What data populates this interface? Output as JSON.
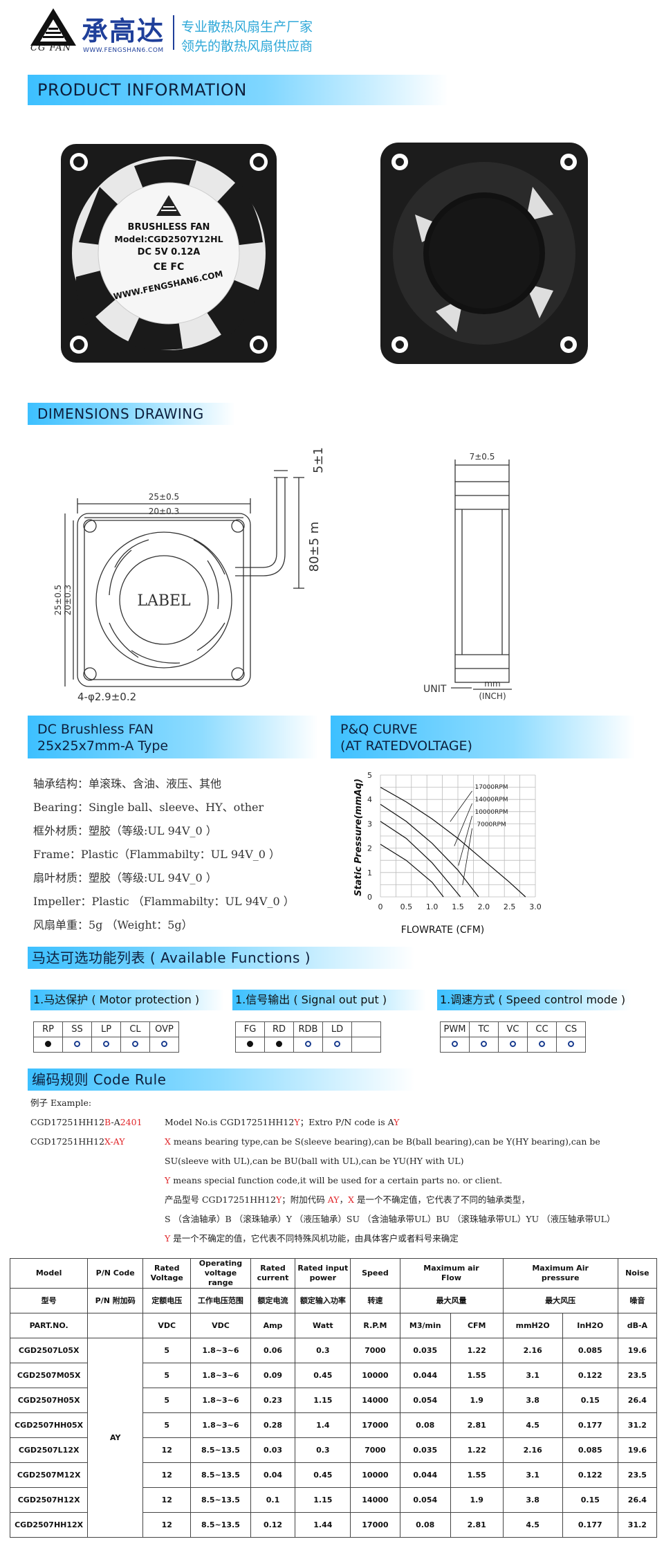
{
  "header": {
    "logo_en": "CG FAN",
    "logo_cn": "承高达",
    "logo_url": "WWW.FENGSHAN6.COM",
    "slogan1": "专业散热风扇生产厂家",
    "slogan2": "领先的散热风扇供应商"
  },
  "sections": {
    "product_info": "PRODUCT  INFORMATION",
    "dimensions": "DIMENSIONS  DRAWING",
    "type_title1": "DC  Brushless  FAN",
    "type_title2": "25x25x7mm-A Type",
    "pq_title1": "P&Q  CURVE",
    "pq_title2": "(AT  RATEDVOLTAGE)",
    "functions": "马达可选功能列表 ( Available  Functions )",
    "code_rule": "编码规则 Code  Rule"
  },
  "fan_label": {
    "line1": "BRUSHLESS FAN",
    "line2": "Model:CGD2507Y12HL",
    "line3": "DC 5V  0.12A",
    "line4": "WWW.FENGSHAN6.COM",
    "marks": "CE FC"
  },
  "drawing": {
    "dim_25": "25±0.5",
    "dim_20": "20±0.3",
    "dim_25v": "25±0.5",
    "dim_20v": "20±0.3",
    "label": "LABEL",
    "holes": "4-φ2.9±0.2",
    "lead_tip": "5±1",
    "lead_len": "80±5 m",
    "thickness": "7±0.5",
    "unit": "UNIT",
    "unit_mm": "mm",
    "unit_inch": "(INCH)"
  },
  "specs": [
    "轴承结构：单滚珠、含油、液压、其他",
    "Bearing：Single ball、sleeve、HY、other",
    "框外材质：塑胶（等级:UL 94V_0 ）",
    "Frame：Plastic（Flammabilty：UL 94V_0 ）",
    "扇叶材质：塑胶（等级:UL 94V_0 ）",
    "Impeller：Plastic （Flammabilty：UL 94V_0 ）",
    "风扇单重：5g （Weight：5g）"
  ],
  "chart_data": {
    "type": "line",
    "title": "",
    "xlabel": "FLOWRATE (CFM)",
    "ylabel": "Static  Pressure(mmAq)",
    "xlim": [
      0,
      3.0
    ],
    "ylim": [
      0,
      5
    ],
    "x_ticks": [
      "0",
      "0.5",
      "1.0",
      "1.5",
      "2.0",
      "2.5",
      "3.0"
    ],
    "y_ticks": [
      "0",
      "1",
      "2",
      "3",
      "4",
      "5"
    ],
    "grid": true,
    "series": [
      {
        "name": "17000RPM",
        "x": [
          0,
          0.5,
          1.0,
          1.5,
          2.0,
          2.5,
          2.81
        ],
        "y": [
          4.5,
          3.9,
          3.2,
          2.4,
          1.5,
          0.6,
          0
        ]
      },
      {
        "name": "14000RPM",
        "x": [
          0,
          0.5,
          1.0,
          1.5,
          1.9
        ],
        "y": [
          3.8,
          3.1,
          2.2,
          1.1,
          0
        ]
      },
      {
        "name": "10000RPM",
        "x": [
          0,
          0.5,
          1.0,
          1.55
        ],
        "y": [
          3.1,
          2.4,
          1.4,
          0
        ]
      },
      {
        "name": "7000RPM",
        "x": [
          0,
          0.5,
          1.0,
          1.22
        ],
        "y": [
          2.16,
          1.5,
          0.6,
          0
        ]
      }
    ]
  },
  "functions": {
    "groups": [
      {
        "title": "1.马达保护 ( Motor  protection )",
        "cols": [
          "RP",
          "SS",
          "LP",
          "CL",
          "OVP"
        ],
        "marks": [
          "dot",
          "ring",
          "ring",
          "ring",
          "ring"
        ]
      },
      {
        "title": "1.信号输出 ( Signal   out   put )",
        "cols": [
          "FG",
          "RD",
          "RDB",
          "LD",
          ""
        ],
        "marks": [
          "dot",
          "dot",
          "ring",
          "ring",
          ""
        ]
      },
      {
        "title": "1.调速方式 ( Speed  control mode )",
        "cols": [
          "PWM",
          "TC",
          "VC",
          "CC",
          "CS"
        ],
        "marks": [
          "ring",
          "ring",
          "ring",
          "ring",
          "ring"
        ]
      }
    ]
  },
  "code_rule": {
    "example_label": "例子 Example:",
    "ex1_a": "CGD17251HH12",
    "ex1_b": "B",
    "ex1_c": "-A",
    "ex1_d": "2401",
    "ex2_a": "CGD17251HH12",
    "ex2_b": "X-AY",
    "l1_a": "Model  No.is  CGD17251HH12",
    "l1_b": "Y",
    "l1_c": "；Extro  P/N  code  is  A",
    "l1_d": "Y",
    "l2_a": "X",
    "l2_b": " means bearing type,can be S(sleeve bearing),can be B(ball bearing),can be Y(HY bearing),can be",
    "l3": "SU(sleeve with UL),can be BU(ball with UL),can be YU(HY with UL)",
    "l4_a": "Y",
    "l4_b": " means special function code,it will be used for a certain parts no. or client.",
    "l5_a": "产品型号 CGD17251HH12",
    "l5_b": "Y",
    "l5_c": "；附加代码 ",
    "l5_d": "AY",
    "l5_e": "，",
    "l5_f": "X",
    "l5_g": " 是一个不确定值，它代表了不同的轴承类型，",
    "l6": "S （含油轴承）B （滚珠轴承）Y （液压轴承）SU （含油轴承带UL）BU （滚珠轴承带UL）YU （液压轴承带UL）",
    "l7_a": "Y",
    "l7_b": " 是一个不确定的值，它代表不同特殊风机功能，由具体客户或者料号来确定"
  },
  "table": {
    "h1": [
      "Model",
      "P/N Code",
      "Rated Voltage",
      "Operating voltage range",
      "Rated current",
      "Rated input power",
      "Speed",
      "Maximum      air",
      "Flow",
      "Maximum              Air",
      "pressure",
      "Noise"
    ],
    "h2": [
      "型号",
      "P/N 附加码",
      "定额电压",
      "工作电压范围",
      "额定电流",
      "额定输入功率",
      "转速",
      "最大风量",
      "最大风压",
      "噪音"
    ],
    "h3": [
      "PART.NO.",
      "VDC",
      "VDC",
      "Amp",
      "Watt",
      "R.P.M",
      "M3/min",
      "CFM",
      "mmH2O",
      "InH2O",
      "dB-A"
    ],
    "pn_code": "AY",
    "rows": [
      [
        "CGD2507L05X",
        "5",
        "1.8~3~6",
        "0.06",
        "0.3",
        "7000",
        "0.035",
        "1.22",
        "2.16",
        "0.085",
        "19.6"
      ],
      [
        "CGD2507M05X",
        "5",
        "1.8~3~6",
        "0.09",
        "0.45",
        "10000",
        "0.044",
        "1.55",
        "3.1",
        "0.122",
        "23.5"
      ],
      [
        "CGD2507H05X",
        "5",
        "1.8~3~6",
        "0.23",
        "1.15",
        "14000",
        "0.054",
        "1.9",
        "3.8",
        "0.15",
        "26.4"
      ],
      [
        "CGD2507HH05X",
        "5",
        "1.8~3~6",
        "0.28",
        "1.4",
        "17000",
        "0.08",
        "2.81",
        "4.5",
        "0.177",
        "31.2"
      ],
      [
        "CGD2507L12X",
        "12",
        "8.5~13.5",
        "0.03",
        "0.3",
        "7000",
        "0.035",
        "1.22",
        "2.16",
        "0.085",
        "19.6"
      ],
      [
        "CGD2507M12X",
        "12",
        "8.5~13.5",
        "0.04",
        "0.45",
        "10000",
        "0.044",
        "1.55",
        "3.1",
        "0.122",
        "23.5"
      ],
      [
        "CGD2507H12X",
        "12",
        "8.5~13.5",
        "0.1",
        "1.15",
        "14000",
        "0.054",
        "1.9",
        "3.8",
        "0.15",
        "26.4"
      ],
      [
        "CGD2507HH12X",
        "12",
        "8.5~13.5",
        "0.12",
        "1.44",
        "17000",
        "0.08",
        "2.81",
        "4.5",
        "0.177",
        "31.2"
      ]
    ]
  }
}
